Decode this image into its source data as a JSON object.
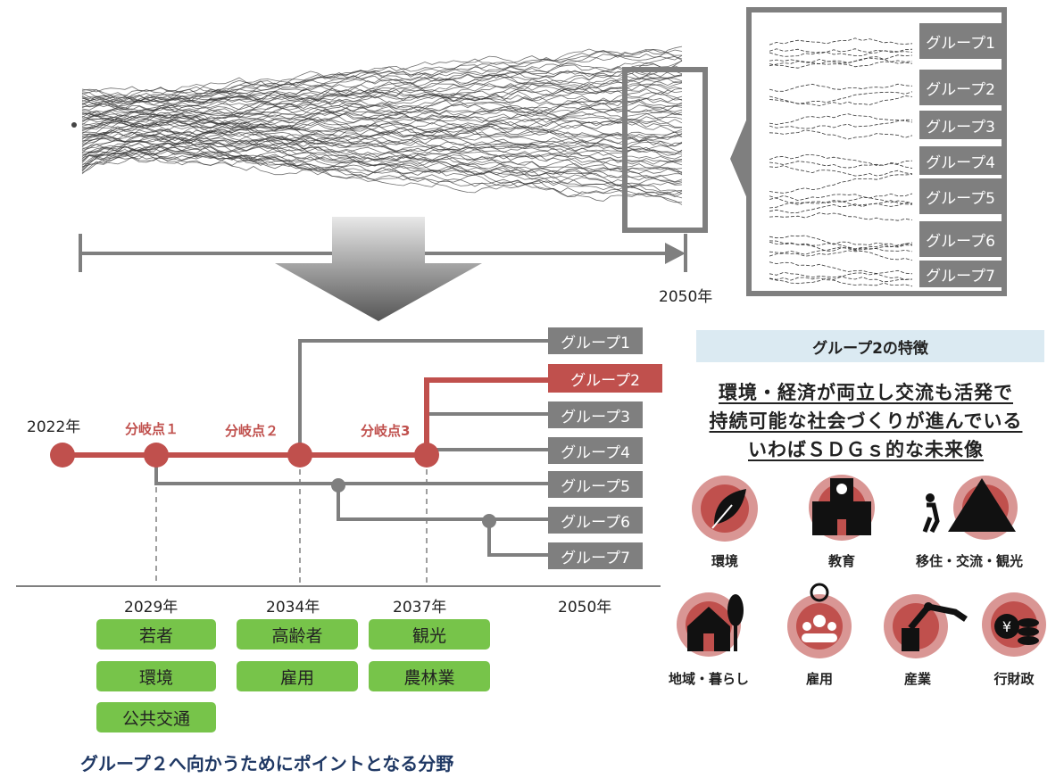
{
  "timeline_top": {
    "end_year": "2050年"
  },
  "zoom_groups": [
    "グループ1",
    "グループ2",
    "グループ3",
    "グループ4",
    "グループ5",
    "グループ6",
    "グループ7"
  ],
  "branch_chart": {
    "start_year": "2022年",
    "branch_points": [
      "分岐点１",
      "分岐点２",
      "分岐点3"
    ],
    "axis_years": [
      "2029年",
      "2034年",
      "2037年",
      "2050年"
    ],
    "groups": [
      "グループ1",
      "グループ2",
      "グループ3",
      "グループ4",
      "グループ5",
      "グループ6",
      "グループ7"
    ],
    "highlight_group": "グループ2",
    "colors": {
      "highlight": "#c0504d",
      "neutral": "#7f7f7f",
      "tag": "#77c44a"
    }
  },
  "tags": {
    "col2029": [
      "若者",
      "環境",
      "公共交通"
    ],
    "col2034": [
      "高齢者",
      "雇用"
    ],
    "col2037": [
      "観光",
      "農林業"
    ]
  },
  "feature": {
    "heading": "グループ2の特徴",
    "lines": [
      "環境・経済が両立し交流も活発で",
      "持続可能な社会づくりが進んでいる",
      "いわばＳＤＧｓ的な未来像"
    ],
    "icons": [
      {
        "label": "環境",
        "icon": "leaf-icon"
      },
      {
        "label": "教育",
        "icon": "school-icon"
      },
      {
        "label": "移住・交流・観光",
        "icon": "mountain-hiker-icon"
      },
      {
        "label": "地域・暮らし",
        "icon": "house-icon"
      },
      {
        "label": "雇用",
        "icon": "people-meeting-icon"
      },
      {
        "label": "産業",
        "icon": "robot-arm-icon"
      },
      {
        "label": "行財政",
        "icon": "yen-coins-icon"
      }
    ]
  },
  "footer": "グループ２へ向かうためにポイントとなる分野"
}
